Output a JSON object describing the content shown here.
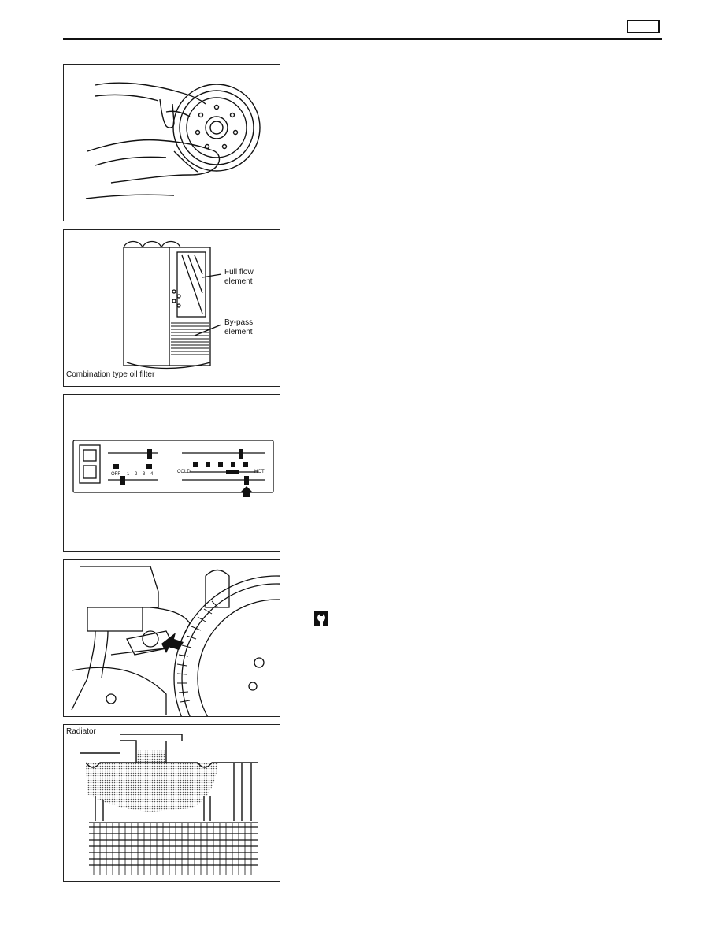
{
  "header": {
    "page_box_text": ""
  },
  "figures": {
    "oil_filter_hands": {},
    "oil_filter_cutaway": {
      "label_full_flow_1": "Full flow",
      "label_full_flow_2": "element",
      "label_bypass_1": "By-pass",
      "label_bypass_2": "element",
      "caption": "Combination type oil filter"
    },
    "heater_control_panel": {
      "fan_off": "OFF",
      "fan_speeds": [
        "1",
        "2",
        "3",
        "4"
      ],
      "temp_cold": "COLD",
      "temp_hot": "HOT"
    },
    "drain_cock": {},
    "radiator_level": {
      "label": "Radiator"
    }
  },
  "icons": {
    "tool": "special-tool-icon"
  }
}
